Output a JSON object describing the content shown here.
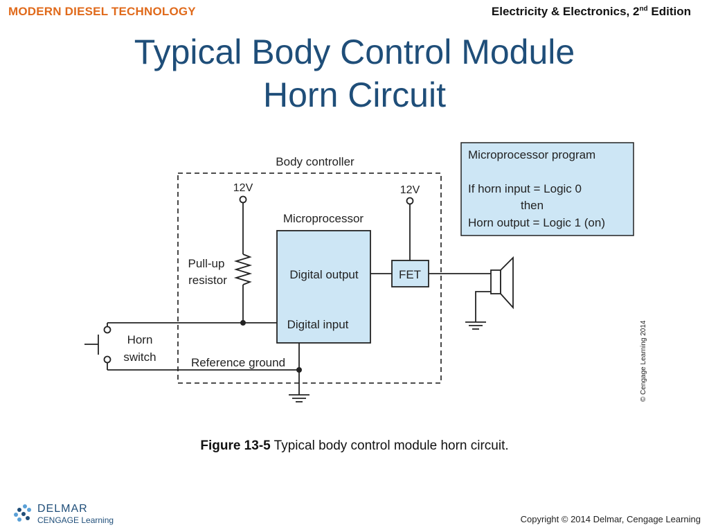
{
  "header": {
    "left": "MODERN DIESEL TECHNOLOGY",
    "right_main": "Electricity & Electronics, 2",
    "right_sup": "nd",
    "right_tail": " Edition"
  },
  "title": {
    "line1": "Typical Body Control Module",
    "line2": "Horn Circuit"
  },
  "diagram": {
    "body_controller": "Body controller",
    "v12_left": "12V",
    "v12_right": "12V",
    "microprocessor": "Microprocessor",
    "pullup_line1": "Pull-up",
    "pullup_line2": "resistor",
    "digital_output": "Digital output",
    "digital_input": "Digital input",
    "fet": "FET",
    "horn_line1": "Horn",
    "horn_line2": "switch",
    "reference_ground": "Reference ground",
    "program_title": "Microprocessor program",
    "program_line1": "If horn input = Logic 0",
    "program_line2": "then",
    "program_line3": "Horn output = Logic 1 (on)",
    "credit": "© Cengage Learning 2014"
  },
  "caption": {
    "figure_label": "Figure 13-5",
    "text": " Typical body control module horn circuit."
  },
  "footer": {
    "logo_line1": "DELMAR",
    "logo_line2": "CENGAGE Learning",
    "copyright": "Copyright © 2014 Delmar, Cengage Learning"
  },
  "colors": {
    "header_orange": "#e06a1b",
    "title_blue": "#1f4e79",
    "box_fill": "#cde6f5"
  }
}
